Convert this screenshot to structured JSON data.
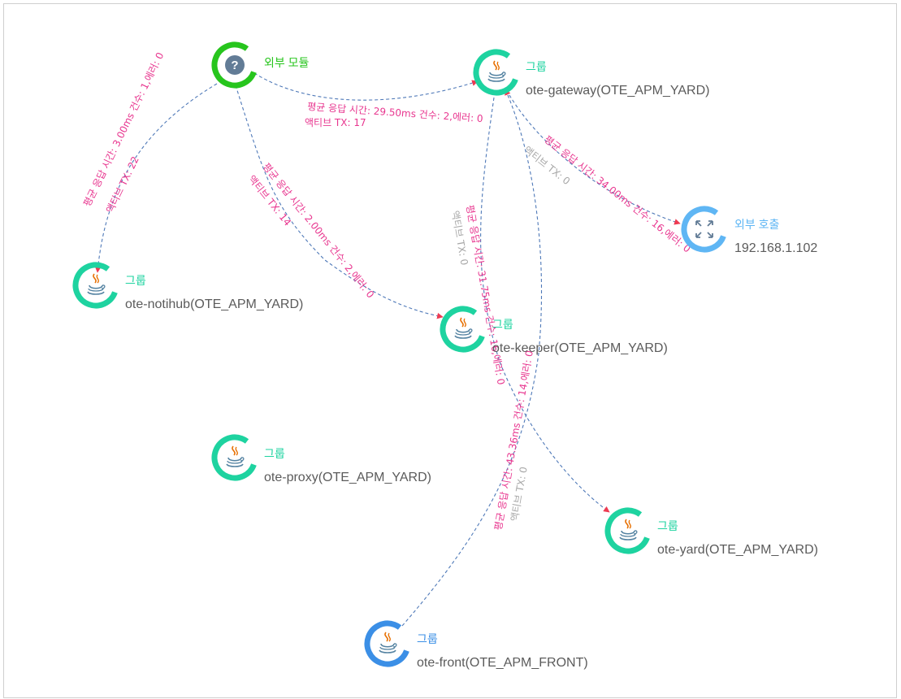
{
  "colors": {
    "java_node": "#1ed3a0",
    "unknown_node": "#27c51d",
    "external_call_node": "#5fb6f4",
    "front_node": "#3b8fe6",
    "node_name_text": "#5b5b5b",
    "edge_line": "#4f79b8",
    "edge_label": "#e8368f",
    "edge_label_inactive": "#a7a7a7",
    "arrow": "#ee3b52"
  },
  "nodes": [
    {
      "id": "external-module",
      "icon": "question-icon",
      "label": "외부 모듈",
      "name": ""
    },
    {
      "id": "ote-gateway",
      "icon": "java-icon",
      "label": "그룹",
      "name": "ote-gateway(OTE_APM_YARD)"
    },
    {
      "id": "external-call",
      "icon": "expand-arrows-icon",
      "label": "외부 호출",
      "name": "192.168.1.102"
    },
    {
      "id": "ote-notihub",
      "icon": "java-icon",
      "label": "그룹",
      "name": "ote-notihub(OTE_APM_YARD)"
    },
    {
      "id": "ote-keeper",
      "icon": "java-icon",
      "label": "그룹",
      "name": "ote-keeper(OTE_APM_YARD)"
    },
    {
      "id": "ote-proxy",
      "icon": "java-icon",
      "label": "그룹",
      "name": "ote-proxy(OTE_APM_YARD)"
    },
    {
      "id": "ote-yard",
      "icon": "java-icon",
      "label": "그룹",
      "name": "ote-yard(OTE_APM_YARD)"
    },
    {
      "id": "ote-front",
      "icon": "java-icon",
      "label": "그룹",
      "name": "ote-front(OTE_APM_FRONT)"
    }
  ],
  "edges": [
    {
      "id": "module-to-notihub",
      "stats": "평균 응답 시간: 3.00ms 건수: 1,에러: 0",
      "active_tx": "액티브 TX: 22"
    },
    {
      "id": "module-to-gateway",
      "stats": "평균 응답 시간: 29.50ms 건수: 2,에러: 0",
      "active_tx": "액티브 TX: 17"
    },
    {
      "id": "module-to-keeper",
      "stats": "평균 응답 시간: 2.00ms 건수: 2,에러: 0",
      "active_tx": "액티브 TX: 14"
    },
    {
      "id": "gateway-to-external-call",
      "stats": "평균 응답 시간: 34.00ms 건수: 16,에러: 0",
      "active_tx": "액티브 TX: 0"
    },
    {
      "id": "gateway-to-yard",
      "stats": "평균 응답 시간: 31.75ms 건수: 16,에러: 0",
      "active_tx": "액티브 TX: 0"
    },
    {
      "id": "front-to-gateway",
      "stats": "평균 응답 시간: 43.36ms 건수: 14,에러: 0",
      "active_tx": "액티브 TX: 0"
    }
  ]
}
